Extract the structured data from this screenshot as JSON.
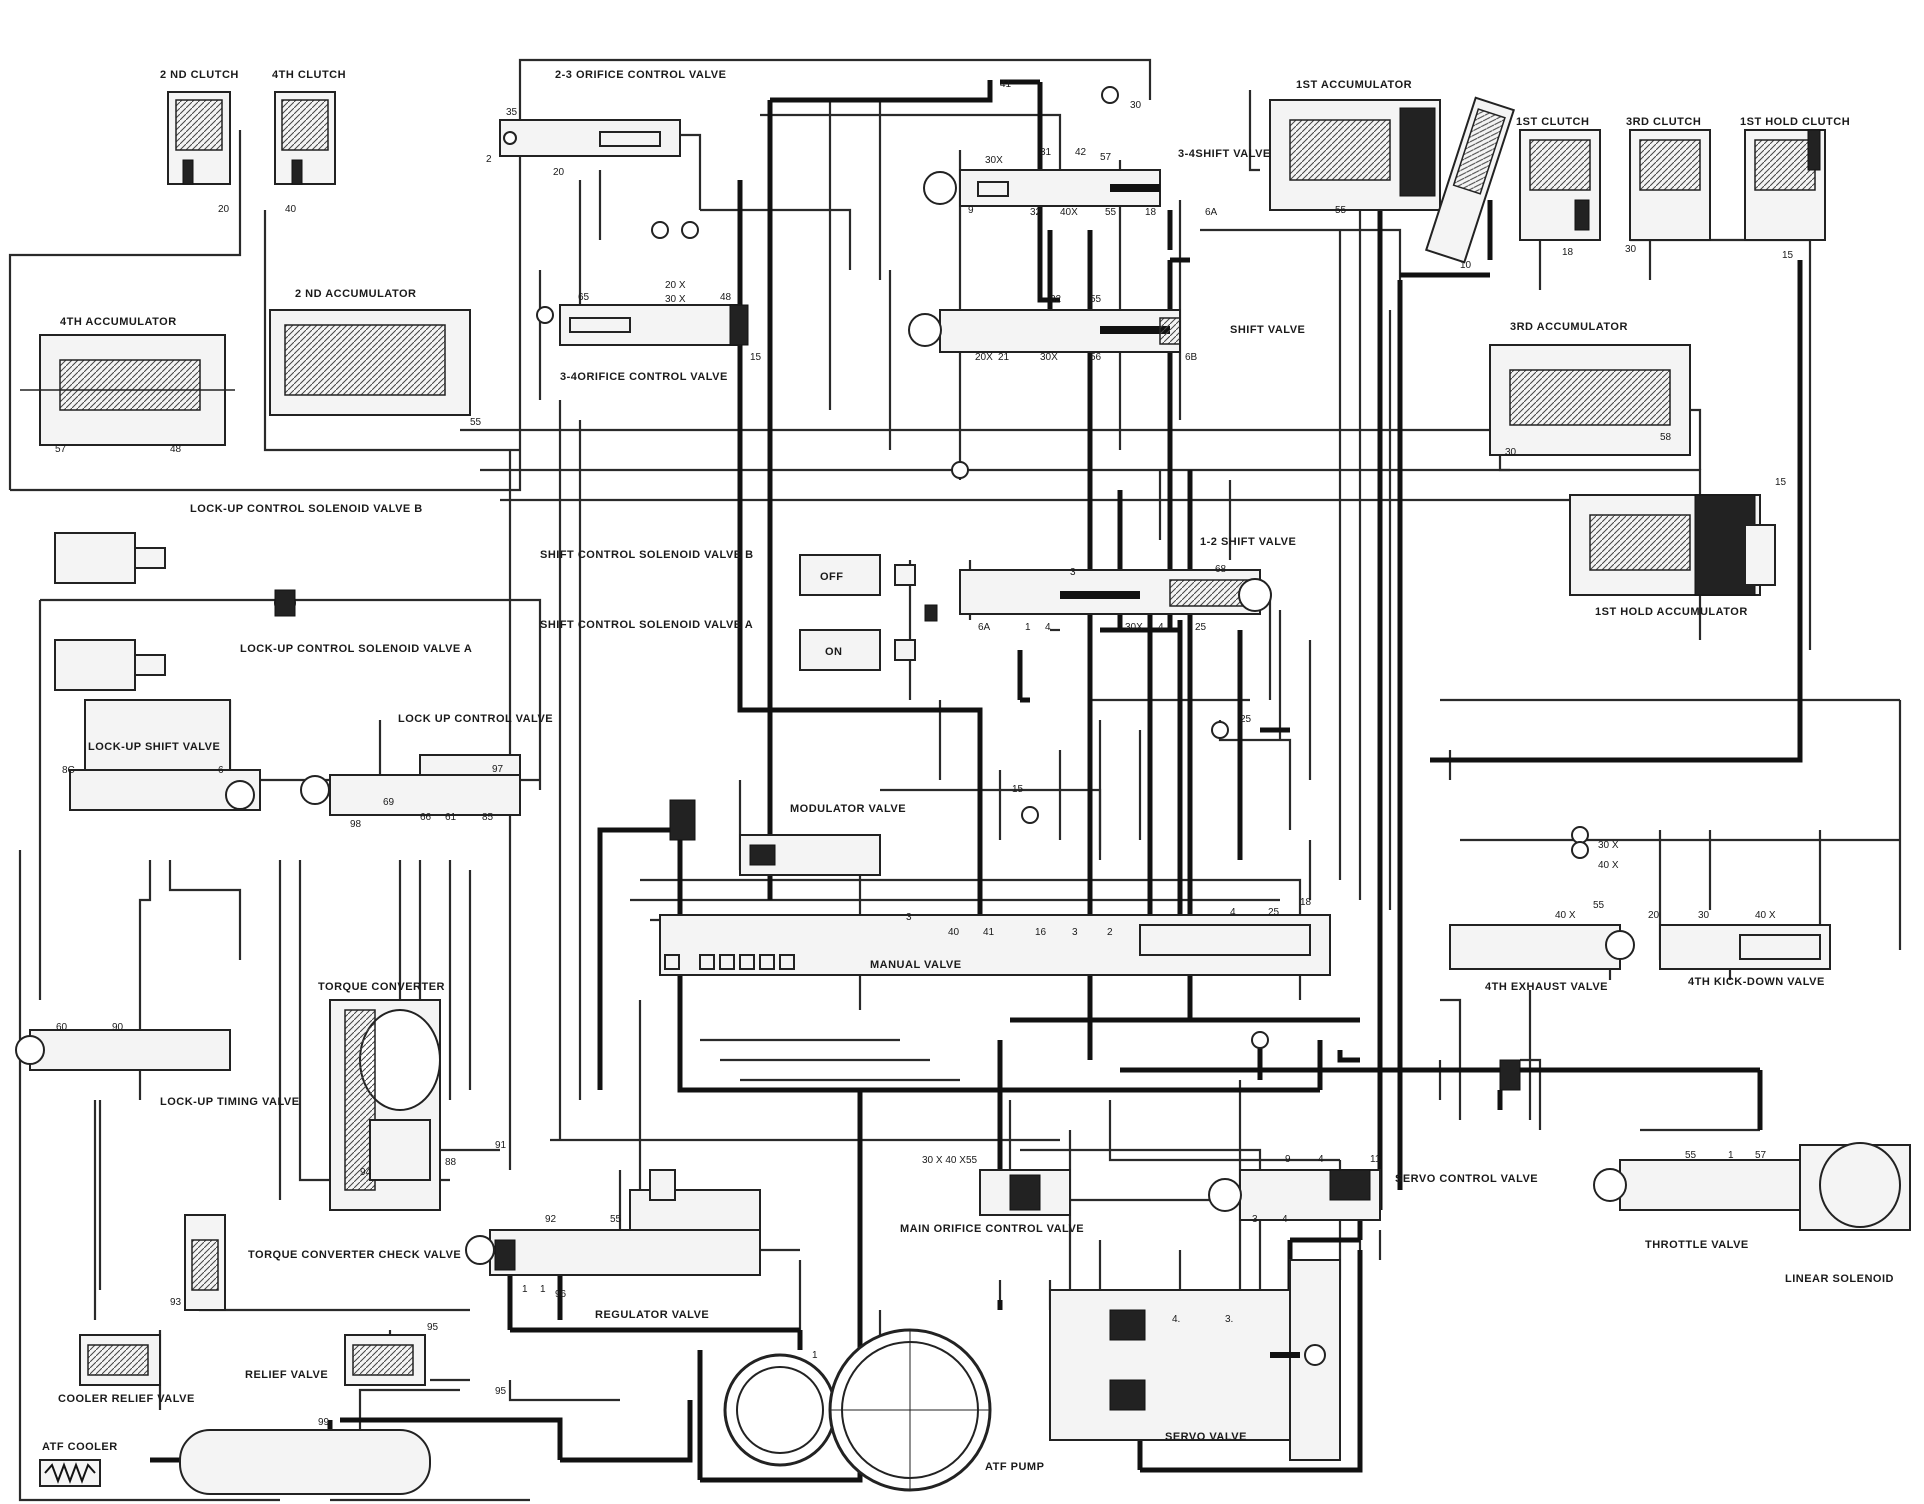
{
  "labels": {
    "clutch_2nd": "2 ND CLUTCH",
    "clutch_4th": "4TH CLUTCH",
    "orifice_23": "2-3 ORIFICE CONTROL VALVE",
    "shift_34": "3-4SHIFT VALVE",
    "accum_1st": "1ST ACCUMULATOR",
    "clutch_1st": "1ST CLUTCH",
    "clutch_3rd": "3RD CLUTCH",
    "hold_clutch_1st": "1ST HOLD CLUTCH",
    "accum_4th": "4TH ACCUMULATOR",
    "accum_2nd": "2 ND ACCUMULATOR",
    "orifice_34": "3-4ORIFICE CONTROL VALVE",
    "shift_valve": "SHIFT VALVE",
    "accum_3rd": "3RD ACCUMULATOR",
    "lockup_sol_b": "LOCK-UP CONTROL SOLENOID VALVE B",
    "shift_12": "1-2 SHIFT VALVE",
    "shift_sol_b": "SHIFT CONTROL SOLENOID VALVE B",
    "shift_sol_a": "SHIFT CONTROL SOLENOID VALVE A",
    "off": "OFF",
    "on": "ON",
    "hold_accum_1st": "1ST HOLD ACCUMULATOR",
    "lockup_sol_a": "LOCK-UP CONTROL SOLENOID VALVE A",
    "lockup_shift": "LOCK-UP SHIFT VALVE",
    "lockup_control": "LOCK UP CONTROL VALVE",
    "modulator": "MODULATOR VALVE",
    "manual": "MANUAL VALVE",
    "exhaust_4th": "4TH EXHAUST VALVE",
    "kickdown_4th": "4TH KICK-DOWN VALVE",
    "torque_converter": "TORQUE CONVERTER",
    "lockup_timing": "LOCK-UP TIMING VALVE",
    "tc_check": "TORQUE CONVERTER CHECK VALVE",
    "regulator": "REGULATOR VALVE",
    "main_orifice": "MAIN ORIFICE CONTROL VALVE",
    "servo_control": "SERVO CONTROL VALVE",
    "throttle": "THROTTLE VALVE",
    "linear_solenoid": "LINEAR SOLENOID",
    "cooler_relief": "COOLER RELIEF VALVE",
    "relief": "RELIEF VALVE",
    "atf_cooler": "ATF COOLER",
    "atf_pump": "ATF PUMP",
    "servo_valve": "SERVO VALVE"
  },
  "port_numbers": {
    "p20a": "20",
    "p40a": "40",
    "p2": "2",
    "p35": "35",
    "p20b": "20",
    "p20c": "20",
    "p41": "41",
    "p30a": "30",
    "p30x": "30X",
    "p31": "31",
    "p42": "42",
    "p57a": "57",
    "p9": "9",
    "p32a": "32",
    "p40x": "40X",
    "p55a": "55",
    "p18": "18",
    "p6a": "6A",
    "p55b": "55",
    "p10a": "10",
    "p18b": "18",
    "p30b": "30",
    "p15a": "15",
    "p20x": "20 X",
    "p30xb": "30 X",
    "p48": "48",
    "p65": "65",
    "p15b": "15",
    "p32b": "32",
    "p55c": "55",
    "p20xc": "20X",
    "p21": "21",
    "p30xc": "30X",
    "p56": "56",
    "p6b": "6B",
    "p57b": "57",
    "p48b": "48",
    "p55d": "55",
    "p58": "58",
    "p30c": "30",
    "p15c": "15",
    "p3a": "3",
    "p68": "68",
    "p6c": "6A",
    "p1a": "1",
    "p4a": "4",
    "p30xd": "30X",
    "p4b": "4",
    "p25a": "25",
    "p25b": "25",
    "p69": "69",
    "p97": "97",
    "p98": "98",
    "p66": "66",
    "p61": "61",
    "p85": "85",
    "p8c": "8C",
    "p6d": "6",
    "p15d": "15",
    "p3b": "3",
    "p40b": "40",
    "p41b": "41",
    "p16": "16",
    "p3c": "3",
    "p2b": "2",
    "p4c": "4",
    "p25c": "25",
    "p18c": "18",
    "p30xe": "30 X",
    "p40xb": "40 X",
    "p55e": "55",
    "p40xc": "40 X",
    "p20d": "20",
    "p30d": "30",
    "p40xd": "40 X",
    "p60": "60",
    "p90": "90",
    "p93": "93",
    "p94": "94",
    "p91": "91",
    "p88": "88",
    "p92": "92",
    "p55f": "55",
    "p1b": "1",
    "p1c": "1",
    "p96": "96",
    "p95": "95",
    "p3040": "30 X 40 X",
    "p55g": "55",
    "p9b": "9",
    "p4d": "4",
    "p11": "11",
    "p3d": "3",
    "p4e": "4",
    "p55h": "55",
    "p1d": "1",
    "p57c": "57",
    "p99": "99",
    "p95b": "95",
    "p1e": "1",
    "p4f": "4.",
    "p3e": "3."
  },
  "colors": {
    "line": "#2a2a2a",
    "thick_line": "#111111",
    "background": "#ffffff"
  }
}
